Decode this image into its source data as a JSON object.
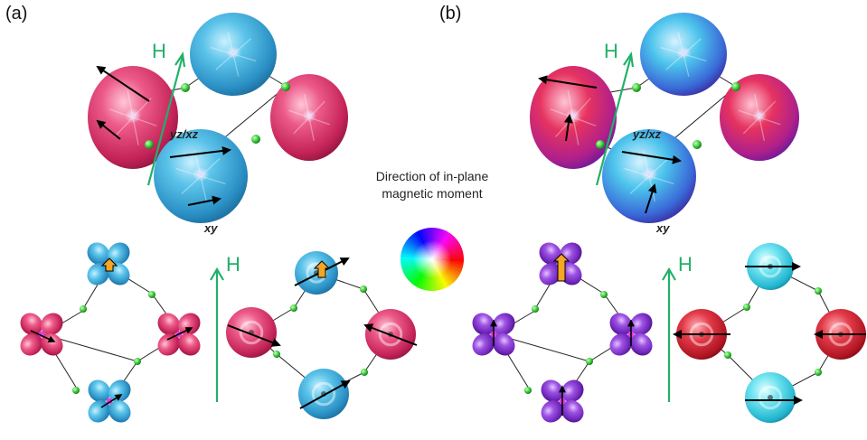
{
  "panels": {
    "a": {
      "label": "(a)"
    },
    "b": {
      "label": "(b)"
    }
  },
  "field_label": "H",
  "orbital_labels": {
    "upper": "yz/xz",
    "lower": "xy"
  },
  "legend": {
    "line1": "Direction of in-plane",
    "line2": "magnetic moment"
  },
  "colors": {
    "cyan_blue": "#36a8d8",
    "magenta_red": "#d83a6c",
    "purple": "#8a3ed0",
    "cyan_light": "#4fd2e6",
    "crimson": "#d2283c",
    "field_arrow": "#22b06a",
    "ligand": "#33cc33",
    "moment_arrow": "#000000",
    "orange_moment": "#f5a623"
  }
}
